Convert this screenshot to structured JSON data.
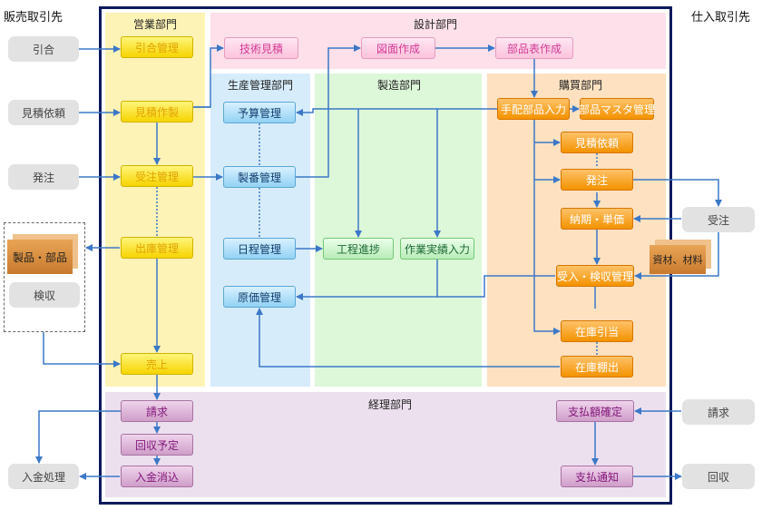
{
  "sides": {
    "left_title": "販売取引先",
    "right_title": "仕入取引先",
    "left_items": [
      "引合",
      "見積依頼",
      "発注",
      "入金処理"
    ],
    "right_items": [
      "受注",
      "請求",
      "回収"
    ],
    "storage": {
      "goods_label": "製品・部品",
      "inspection_label": "検収"
    },
    "materials_label": "資材、材料"
  },
  "departments": {
    "sales": {
      "title": "営業部門",
      "items": [
        "引合管理",
        "見積作製",
        "受注管理",
        "出庫管理",
        "売上"
      ]
    },
    "design": {
      "title": "設計部門",
      "items": [
        "技術見積",
        "図面作成",
        "部品表作成"
      ]
    },
    "production": {
      "title": "生産管理部門",
      "items": [
        "予算管理",
        "製番管理",
        "日程管理",
        "原価管理"
      ]
    },
    "manufacturing": {
      "title": "製造部門",
      "items": [
        "工程進捗",
        "作業実績入力"
      ]
    },
    "purchasing": {
      "title": "購買部門",
      "items": [
        "手配部品入力",
        "部品マスタ管理",
        "見積依頼",
        "発注",
        "納期・単価",
        "受入・検収管理",
        "在庫引当",
        "在庫棚出"
      ]
    },
    "accounting": {
      "title": "経理部門",
      "items": [
        "請求",
        "回収予定",
        "入金消込",
        "支払額確定",
        "支払通知"
      ]
    }
  },
  "colors": {
    "frame": "#0b1a5c",
    "arrow": "#3c78c8",
    "sales_bg": "#fdf3b6",
    "design_bg": "#fde0ea",
    "production_bg": "#d7ecfb",
    "manufacturing_bg": "#ddf7d9",
    "purchasing_bg": "#fde1c0",
    "accounting_bg": "#ece0ef"
  }
}
